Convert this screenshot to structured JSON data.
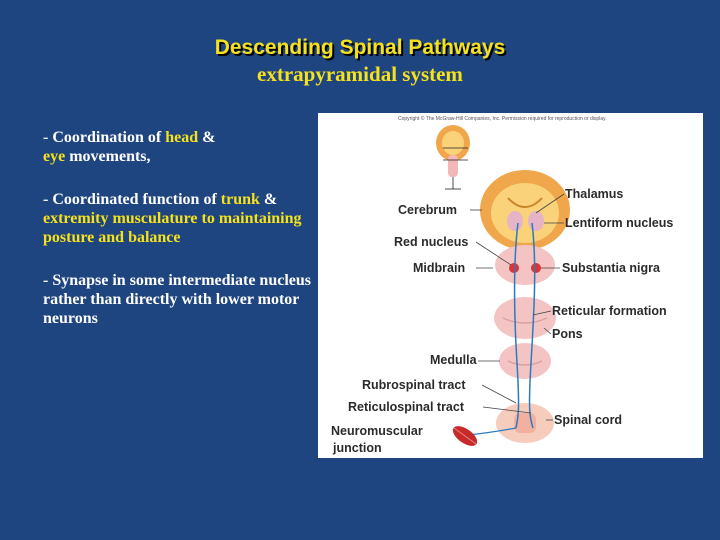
{
  "title": {
    "main": "Descending Spinal Pathways",
    "sub": "extrapyramidal system"
  },
  "bullets": [
    {
      "parts": [
        "- Coordination of ",
        "head",
        " & ",
        "eye",
        " movements,"
      ]
    },
    {
      "parts": [
        "- Coordinated function of ",
        "trunk",
        " & ",
        "extremity musculature to maintaining posture and balance"
      ]
    },
    {
      "parts": [
        "- Synapse in some intermediate nucleus rather than directly with lower motor neurons"
      ]
    }
  ],
  "figure": {
    "copyright": "Copyright © The McGraw-Hill Companies, Inc. Permission required for reproduction or display.",
    "labels": {
      "cerebrum": "Cerebrum",
      "red_nucleus": "Red nucleus",
      "midbrain": "Midbrain",
      "medulla": "Medulla",
      "rubrospinal": "Rubrospinal tract",
      "reticulospinal": "Reticulospinal tract",
      "neuromuscular_1": "Neuromuscular",
      "neuromuscular_2": "junction",
      "thalamus": "Thalamus",
      "lentiform": "Lentiform nucleus",
      "substantia": "Substantia nigra",
      "reticular": "Reticular formation",
      "pons": "Pons",
      "spinal_cord": "Spinal cord"
    },
    "colors": {
      "brain_outer": "#f0a64a",
      "brain_inner": "#f9d27a",
      "brainstem": "#f2b7b7",
      "tract": "#2a7bbf",
      "muscle": "#c62a2a"
    }
  }
}
